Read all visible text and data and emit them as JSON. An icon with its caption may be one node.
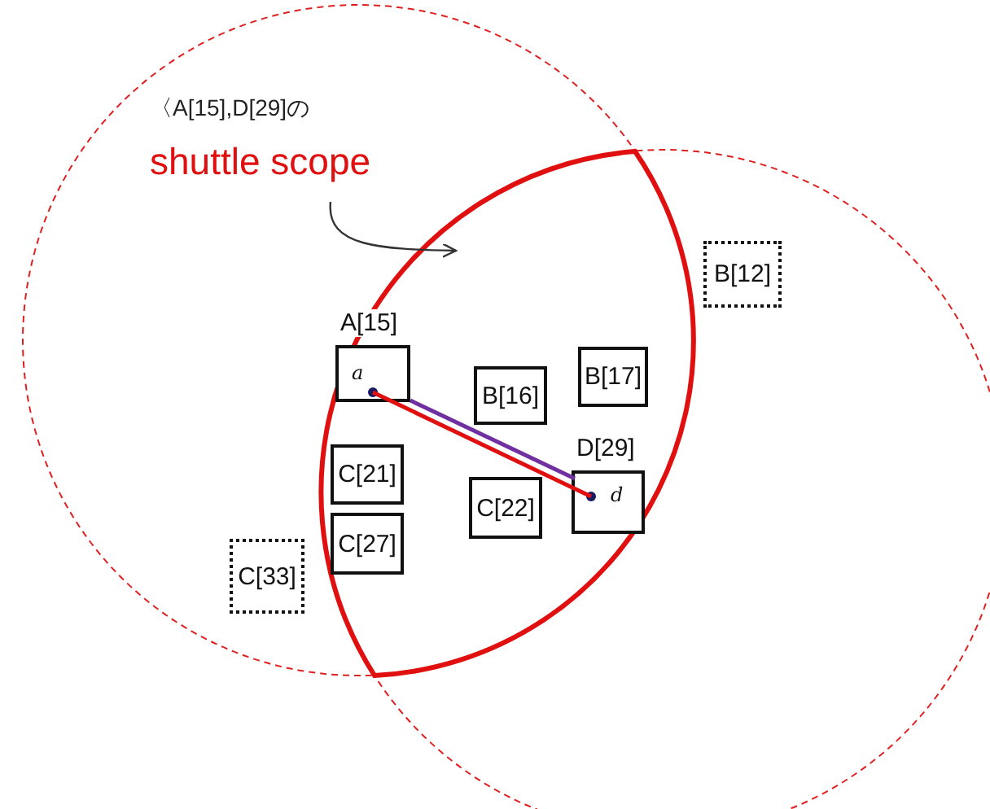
{
  "diagram": {
    "nodes": [
      {
        "text": [],
        "shape": "lens"
      },
      {
        "text": [
          "〈A[15],D[29]の",
          "shuttle scope"
        ]
      },
      {
        "text": [
          "A[15]",
          "a"
        ],
        "in": 0
      },
      {
        "text": [
          "B[16]"
        ],
        "in": 0
      },
      {
        "text": [
          "B[17]"
        ],
        "in": 0
      },
      {
        "text": [
          "C[21]"
        ],
        "in": 0
      },
      {
        "text": [
          "C[22]"
        ],
        "in": 0
      },
      {
        "text": [
          "C[27]"
        ],
        "in": 0
      },
      {
        "text": [
          "D[29]",
          "d"
        ],
        "in": 0
      },
      {
        "text": [
          "C[33]"
        ]
      },
      {
        "text": [
          "B[12]"
        ]
      }
    ],
    "edges": [
      {
        "from": 1,
        "to": 0,
        "arrow": "to",
        "color": "#333333"
      },
      {
        "from": 2,
        "to": 8,
        "arrow": "none",
        "color": "#7030a0"
      },
      {
        "from": 2,
        "to": 8,
        "arrow": "none",
        "color": "#e01010"
      }
    ]
  }
}
